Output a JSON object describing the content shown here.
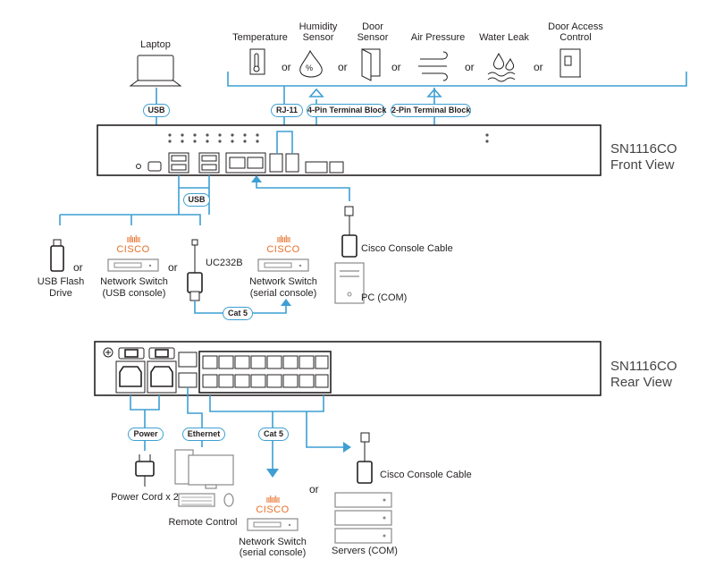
{
  "sensors": {
    "temperature": "Temperature",
    "humidity_1": "Humidity",
    "humidity_2": "Sensor",
    "door_1": "Door",
    "door_2": "Sensor",
    "air_pressure": "Air Pressure",
    "water_leak": "Water Leak",
    "door_access_1": "Door Access",
    "door_access_2": "Control"
  },
  "or_text": "or",
  "laptop": "Laptop",
  "pills": {
    "usb_top": "USB",
    "rj11": "RJ-11",
    "four_pin": "4-Pin Terminal Block",
    "two_pin": "2-Pin Terminal Block",
    "usb_bottom": "USB",
    "cat5_front": "Cat 5",
    "power": "Power",
    "ethernet": "Ethernet",
    "cat5_rear": "Cat 5"
  },
  "front": {
    "model": "SN1116CO",
    "view": "Front View"
  },
  "rear": {
    "model": "SN1116CO",
    "view": "Rear View"
  },
  "usb_flash_1": "USB Flash",
  "usb_flash_2": "Drive",
  "cisco_word": "CISCO",
  "switch_usb_1": "Network Switch",
  "switch_usb_2": "(USB console)",
  "uc232b": "UC232B",
  "switch_serial_1": "Network Switch",
  "switch_serial_2": "(serial console)",
  "console_cable_front": "Cisco Console Cable",
  "pc_com": "PC (COM)",
  "power_cord": "Power Cord x 2",
  "remote_control": "Remote Control",
  "switch_rear_1": "Network Switch",
  "switch_rear_2": "(serial console)",
  "console_cable_rear": "Cisco Console Cable",
  "servers_com": "Servers (COM)",
  "colors": {
    "connector": "#3d9fd3",
    "cisco": "#e8702a",
    "device": "#231f20"
  }
}
